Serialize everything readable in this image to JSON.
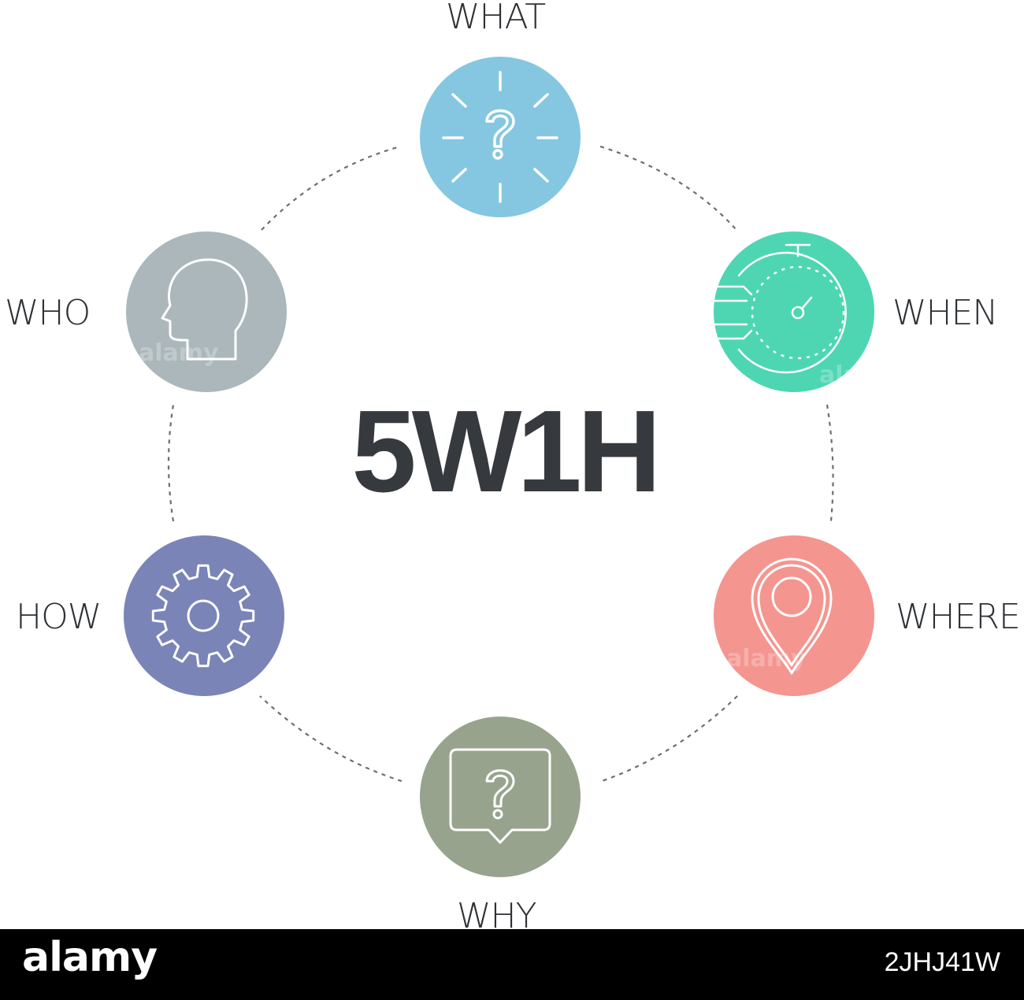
{
  "diagram": {
    "title": "5W1H",
    "nodes": [
      {
        "id": "what",
        "label": "WHAT",
        "color": "#85c7e1",
        "icon": "question-burst-icon"
      },
      {
        "id": "when",
        "label": "WHEN",
        "color": "#4ed6b3",
        "icon": "stopwatch-icon"
      },
      {
        "id": "where",
        "label": "WHERE",
        "color": "#f49590",
        "icon": "map-pin-icon"
      },
      {
        "id": "why",
        "label": "WHY",
        "color": "#98a38d",
        "icon": "question-bubble-icon"
      },
      {
        "id": "how",
        "label": "HOW",
        "color": "#7a84b7",
        "icon": "gear-icon"
      },
      {
        "id": "who",
        "label": "WHO",
        "color": "#abb7bb",
        "icon": "head-icon"
      }
    ],
    "ring_color": "#6b6e71",
    "icon_stroke": "#ffffff"
  },
  "watermark": {
    "brand": "alamy",
    "image_id": "2JHJ41W",
    "bar_color": "#000000"
  }
}
